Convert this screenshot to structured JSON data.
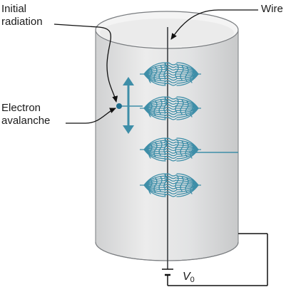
{
  "labels": {
    "initial_radiation": [
      "Initial",
      "radiation"
    ],
    "electron_avalanche": [
      "Electron",
      "avalanche"
    ],
    "wire": "Wire",
    "voltage_symbol": "V",
    "voltage_subscript": "0"
  },
  "colors": {
    "tube_fill": "#e4e5e6",
    "tube_edge": "#7a7d80",
    "wire": "#3d4043",
    "avalanche": "#3e8ea8",
    "leader_line": "#111111"
  },
  "avalanche_clusters": 4
}
